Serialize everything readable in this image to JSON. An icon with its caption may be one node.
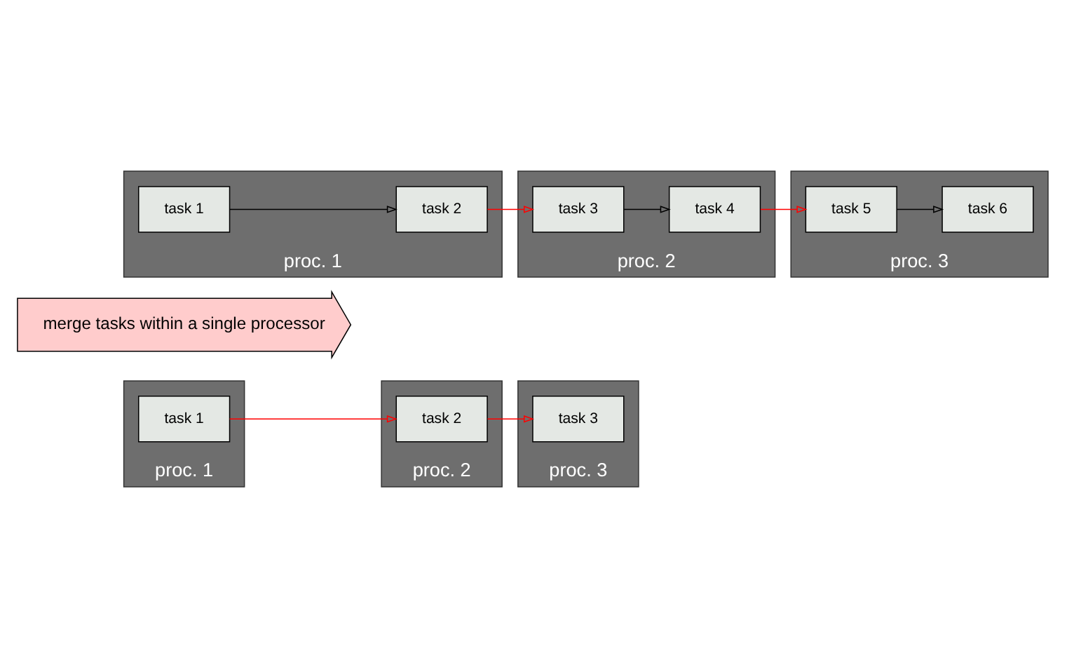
{
  "diagram": {
    "nodes": [
      {
        "text": [
          "proc. 1"
        ]
      },
      {
        "text": [
          "task 1"
        ],
        "in": 0
      },
      {
        "text": [
          "task 2"
        ],
        "in": 0
      },
      {
        "text": [
          "proc. 2"
        ]
      },
      {
        "text": [
          "task 3"
        ],
        "in": 3
      },
      {
        "text": [
          "task 4"
        ],
        "in": 3
      },
      {
        "text": [
          "proc. 3"
        ]
      },
      {
        "text": [
          "task 5"
        ],
        "in": 6
      },
      {
        "text": [
          "task 6"
        ],
        "in": 6
      },
      {
        "text": [
          "merge tasks within a single processor"
        ]
      },
      {
        "text": [
          "proc. 1"
        ]
      },
      {
        "text": [
          "task 1"
        ],
        "in": 10
      },
      {
        "text": [
          "proc. 2"
        ]
      },
      {
        "text": [
          "task 2"
        ],
        "in": 12
      },
      {
        "text": [
          "proc. 3"
        ]
      },
      {
        "text": [
          "task 3"
        ],
        "in": 14
      }
    ],
    "edges": [
      {
        "from": 1,
        "to": 2,
        "arrow": "to",
        "color": "#000000"
      },
      {
        "from": 2,
        "to": 4,
        "arrow": "to",
        "color": "#ff0000"
      },
      {
        "from": 4,
        "to": 5,
        "arrow": "to",
        "color": "#000000"
      },
      {
        "from": 5,
        "to": 7,
        "arrow": "to",
        "color": "#ff0000"
      },
      {
        "from": 7,
        "to": 8,
        "arrow": "to",
        "color": "#000000"
      },
      {
        "from": 11,
        "to": 13,
        "arrow": "to",
        "color": "#ff0000"
      },
      {
        "from": 13,
        "to": 15,
        "arrow": "to",
        "color": "#ff0000"
      }
    ]
  }
}
